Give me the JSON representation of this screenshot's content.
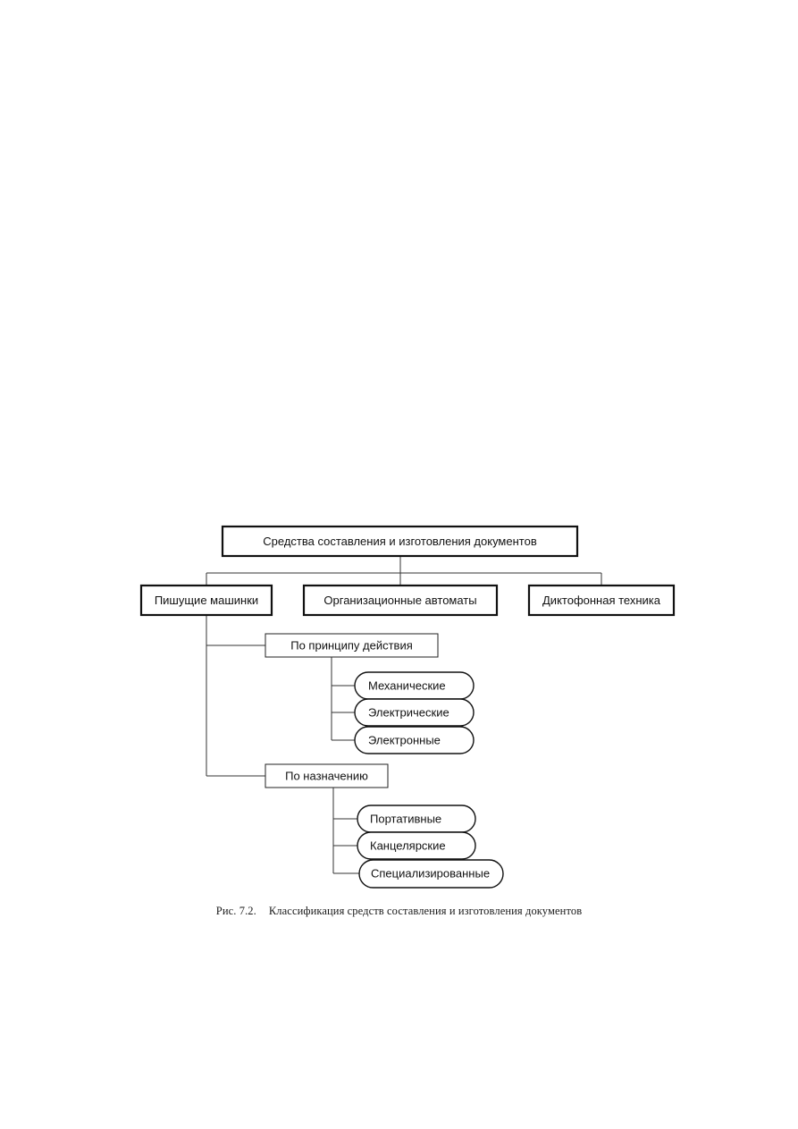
{
  "diagram": {
    "root": "Средства составления и изготовления документов",
    "categories": [
      "Пишущие машинки",
      "Организационные автоматы",
      "Диктофонная техника"
    ],
    "typewriters": {
      "groups": [
        {
          "label": "По принципу действия",
          "items": [
            "Механические",
            "Электрические",
            "Электронные"
          ]
        },
        {
          "label": "По назначению",
          "items": [
            "Портативные",
            "Канцелярские",
            "Специализированные"
          ]
        }
      ]
    }
  },
  "caption": {
    "number": "Рис. 7.2.",
    "text": "Классификация средств составления и изготовления документов"
  }
}
